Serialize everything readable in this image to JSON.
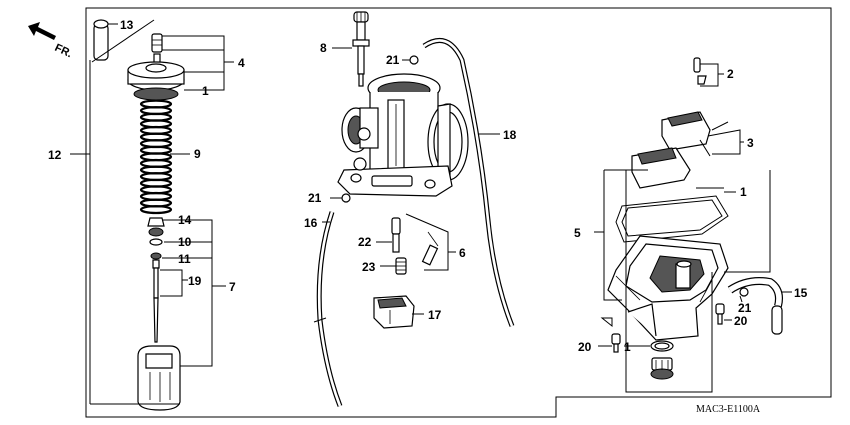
{
  "direction_label": "FR.",
  "diagram_code": "MAC3-E1100A",
  "callouts": [
    {
      "id": "c13",
      "text": "13"
    },
    {
      "id": "c4",
      "text": "4"
    },
    {
      "id": "c1a",
      "text": "1"
    },
    {
      "id": "c12",
      "text": "12"
    },
    {
      "id": "c9",
      "text": "9"
    },
    {
      "id": "c14",
      "text": "14"
    },
    {
      "id": "c10",
      "text": "10"
    },
    {
      "id": "c11",
      "text": "11"
    },
    {
      "id": "c19",
      "text": "19"
    },
    {
      "id": "c7",
      "text": "7"
    },
    {
      "id": "c8",
      "text": "8"
    },
    {
      "id": "c21a",
      "text": "21"
    },
    {
      "id": "c18",
      "text": "18"
    },
    {
      "id": "c21b",
      "text": "21"
    },
    {
      "id": "c16",
      "text": "16"
    },
    {
      "id": "c22",
      "text": "22"
    },
    {
      "id": "c6",
      "text": "6"
    },
    {
      "id": "c23",
      "text": "23"
    },
    {
      "id": "c17",
      "text": "17"
    },
    {
      "id": "c2",
      "text": "2"
    },
    {
      "id": "c3",
      "text": "3"
    },
    {
      "id": "c1b",
      "text": "1"
    },
    {
      "id": "c5",
      "text": "5"
    },
    {
      "id": "c15",
      "text": "15"
    },
    {
      "id": "c21c",
      "text": "21"
    },
    {
      "id": "c20a",
      "text": "20"
    },
    {
      "id": "c20b",
      "text": "20"
    },
    {
      "id": "c1c",
      "text": "1"
    }
  ]
}
